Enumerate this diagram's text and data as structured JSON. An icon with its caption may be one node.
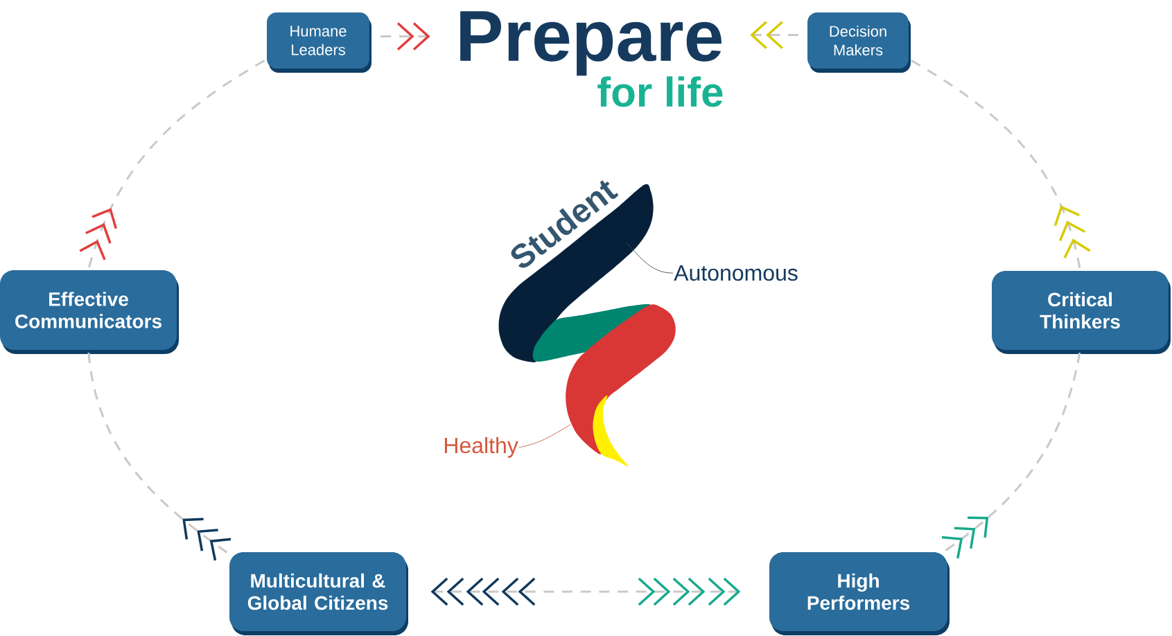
{
  "diagram": {
    "nodes": [
      {
        "text": [
          "Humane Leaders"
        ]
      },
      {
        "text": [
          "Prepare",
          "for life"
        ]
      },
      {
        "text": [
          "Decision Makers"
        ]
      },
      {
        "text": [
          "Effective Communicators"
        ]
      },
      {
        "text": [],
        "shape": "picture",
        "beside": [
          "Student"
        ]
      },
      {
        "text": [
          "Autonomous"
        ]
      },
      {
        "text": [
          "Critical Thinkers"
        ]
      },
      {
        "text": [
          "Healthy"
        ]
      },
      {
        "text": [
          "Multicultural & Global Citizens"
        ]
      },
      {
        "text": [
          "High Performers"
        ]
      }
    ],
    "edges": [
      {
        "from": 0,
        "to": 1,
        "arrow": "to",
        "style": "dashed"
      },
      {
        "from": 2,
        "to": 1,
        "arrow": "to",
        "style": "dashed"
      },
      {
        "from": 3,
        "to": 0,
        "arrow": "to",
        "style": "dashed"
      },
      {
        "from": 6,
        "to": 2,
        "arrow": "to",
        "style": "dashed"
      },
      {
        "from": 8,
        "to": 3,
        "arrow": "to",
        "style": "dashed"
      },
      {
        "from": 9,
        "to": 6,
        "arrow": "to",
        "style": "dashed"
      },
      {
        "from": 8,
        "to": 9,
        "arrow": "both",
        "style": "dashed"
      },
      {
        "from": 5,
        "to": 4,
        "arrow": "none",
        "color": "#3d4d5c"
      },
      {
        "from": 7,
        "to": 4,
        "arrow": "none",
        "color": "#c8604f"
      }
    ]
  }
}
